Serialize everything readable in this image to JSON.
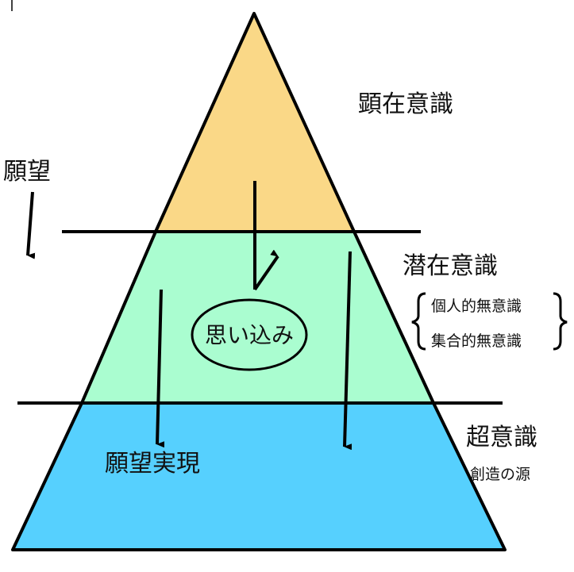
{
  "layers": {
    "conscious": {
      "label": "顕在意識",
      "color": "#FAD887"
    },
    "subconscious": {
      "label": "潜在意識",
      "color": "#AAFDD0",
      "sub_items": [
        "個人的無意識",
        "集合的無意識"
      ]
    },
    "superconscious": {
      "label": "超意識",
      "sub_label": "創造の源",
      "color": "#56D0FE"
    }
  },
  "left_label": "願望",
  "belief_label": "思い込み",
  "realization_label": "願望実現",
  "colors": {
    "outline": "#000000"
  }
}
